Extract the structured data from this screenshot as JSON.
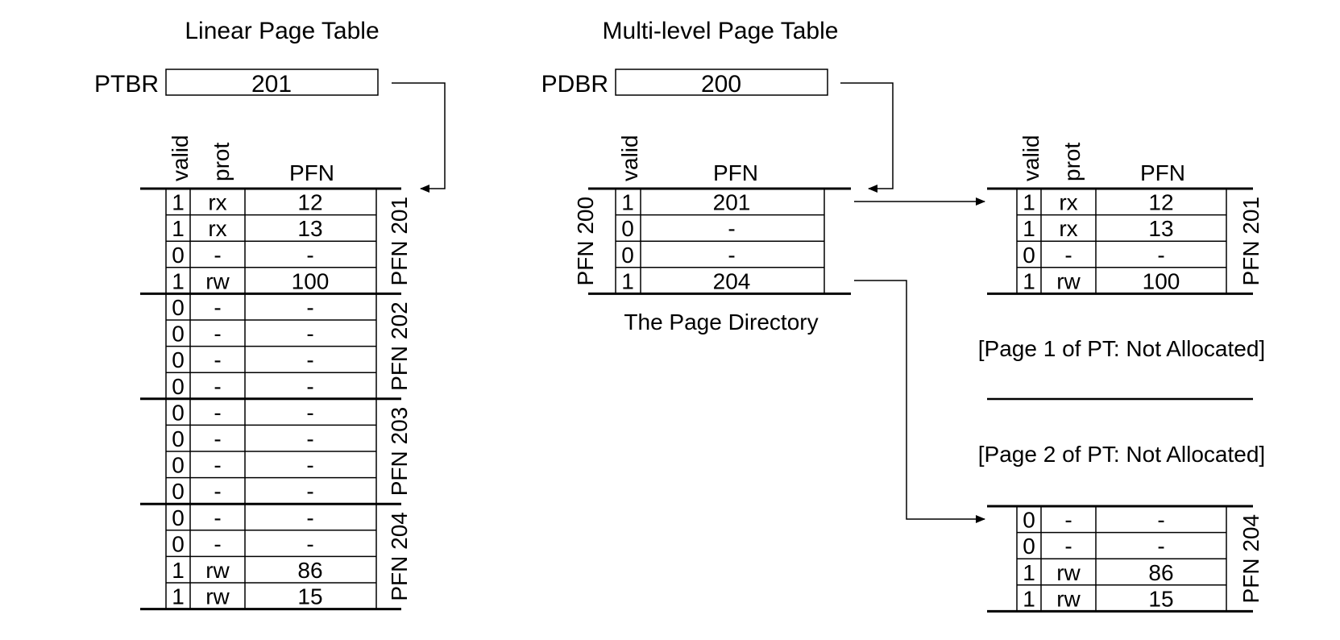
{
  "linear": {
    "title": "Linear Page Table",
    "register_label": "PTBR",
    "register_value": "201",
    "headers": {
      "valid": "valid",
      "prot": "prot",
      "pfn": "PFN"
    },
    "pages": [
      {
        "label": "PFN 201",
        "rows": [
          [
            "1",
            "rx",
            "12"
          ],
          [
            "1",
            "rx",
            "13"
          ],
          [
            "0",
            "-",
            "-"
          ],
          [
            "1",
            "rw",
            "100"
          ]
        ]
      },
      {
        "label": "PFN 202",
        "rows": [
          [
            "0",
            "-",
            "-"
          ],
          [
            "0",
            "-",
            "-"
          ],
          [
            "0",
            "-",
            "-"
          ],
          [
            "0",
            "-",
            "-"
          ]
        ]
      },
      {
        "label": "PFN 203",
        "rows": [
          [
            "0",
            "-",
            "-"
          ],
          [
            "0",
            "-",
            "-"
          ],
          [
            "0",
            "-",
            "-"
          ],
          [
            "0",
            "-",
            "-"
          ]
        ]
      },
      {
        "label": "PFN 204",
        "rows": [
          [
            "0",
            "-",
            "-"
          ],
          [
            "0",
            "-",
            "-"
          ],
          [
            "1",
            "rw",
            "86"
          ],
          [
            "1",
            "rw",
            "15"
          ]
        ]
      }
    ]
  },
  "multilevel": {
    "title": "Multi-level Page Table",
    "register_label": "PDBR",
    "register_value": "200",
    "directory": {
      "headers": {
        "valid": "valid",
        "pfn": "PFN"
      },
      "label": "PFN 200",
      "caption": "The Page Directory",
      "rows": [
        [
          "1",
          "201"
        ],
        [
          "0",
          "-"
        ],
        [
          "0",
          "-"
        ],
        [
          "1",
          "204"
        ]
      ]
    },
    "pt_headers": {
      "valid": "valid",
      "prot": "prot",
      "pfn": "PFN"
    },
    "pt_page_201": {
      "label": "PFN 201",
      "rows": [
        [
          "1",
          "rx",
          "12"
        ],
        [
          "1",
          "rx",
          "13"
        ],
        [
          "0",
          "-",
          "-"
        ],
        [
          "1",
          "rw",
          "100"
        ]
      ]
    },
    "not_allocated_1": "[Page 1 of PT: Not Allocated]",
    "not_allocated_2": "[Page 2 of PT: Not Allocated]",
    "pt_page_204": {
      "label": "PFN 204",
      "rows": [
        [
          "0",
          "-",
          "-"
        ],
        [
          "0",
          "-",
          "-"
        ],
        [
          "1",
          "rw",
          "86"
        ],
        [
          "1",
          "rw",
          "15"
        ]
      ]
    }
  }
}
